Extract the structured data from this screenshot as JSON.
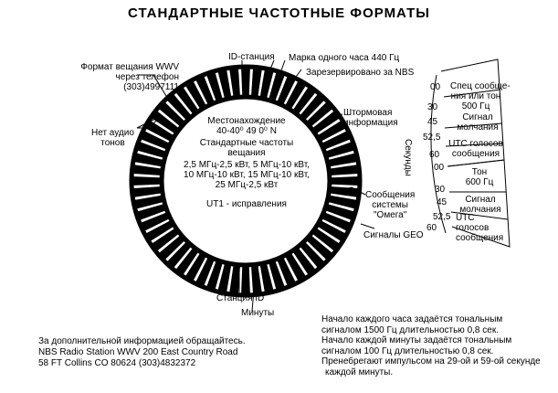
{
  "title": "СТАНДАРТНЫЕ ЧАСТОТНЫЕ ФОРМАТЫ",
  "labels": {
    "phone_format": [
      "Формат вещания WWV",
      "через телефон",
      "(303)4997111"
    ],
    "id_station": "ID-станция",
    "hour_mark": "Марка одного часа 440 Гц",
    "reserved_nbs": "Зарезервировано за NBS",
    "no_audio": [
      "Нет аудио",
      "тонов"
    ],
    "storm_info": [
      "Штормовая",
      "информация"
    ],
    "omega_messages": [
      "Сообщения",
      "системы",
      "\"Омега\""
    ],
    "geo_signals": "Сигналы GEO",
    "station_id": "Станция ID",
    "minutes": "Минуты"
  },
  "center": {
    "location_title": "Местонахождение",
    "location_value": "40-40⁰ 49 0⁰ N",
    "freq_title": "Стандартные частоты",
    "freq_subtitle": "вещания",
    "freq_line1": "2,5 МГц-2,5 кВт, 5 МГц-10 кВт,",
    "freq_line2": "10 МГц-10 кВт, 15 МГц-10 кВт,",
    "freq_line3": "25 МГц-2,5 кВт",
    "ut1": "UT1 - исправления"
  },
  "seconds_panel": {
    "axis_label": "Секунды",
    "top_ticks": [
      "00",
      "30",
      "45",
      "52,5",
      "60"
    ],
    "bottom_ticks": [
      "00",
      "30",
      "45",
      "52,5",
      "60"
    ],
    "top_segments": [
      "Спец сообще-",
      "ния или тон",
      "500 Гц",
      "Сигнал",
      "молчания",
      "UTC голосов",
      "сообщения"
    ],
    "bottom_segments": [
      "Тон",
      "600 Гц",
      "Сигнал",
      "молчания",
      "UTC",
      "голосов",
      "сообщения"
    ]
  },
  "contact": [
    "За дополнительной информацией обращайтесь.",
    "NBS Radio Station WWV 200 East Country Road",
    "58 FT Collins CO 80624 (303)4832372"
  ],
  "notes": [
    "Начало каждого часа задаётся тональным",
    "сигналом 1500 Гц длительностью 0,8 сек.",
    "Начало каждой минуты задаётся тональным",
    "сигналом 100 Гц длительностью 0,8 сек.",
    "Пренебрегают импульсом на 29-ой и 59-ой секунде",
    "каждой минуты."
  ],
  "clock": {
    "tick_count": 60,
    "stroke_color": "#000000"
  }
}
